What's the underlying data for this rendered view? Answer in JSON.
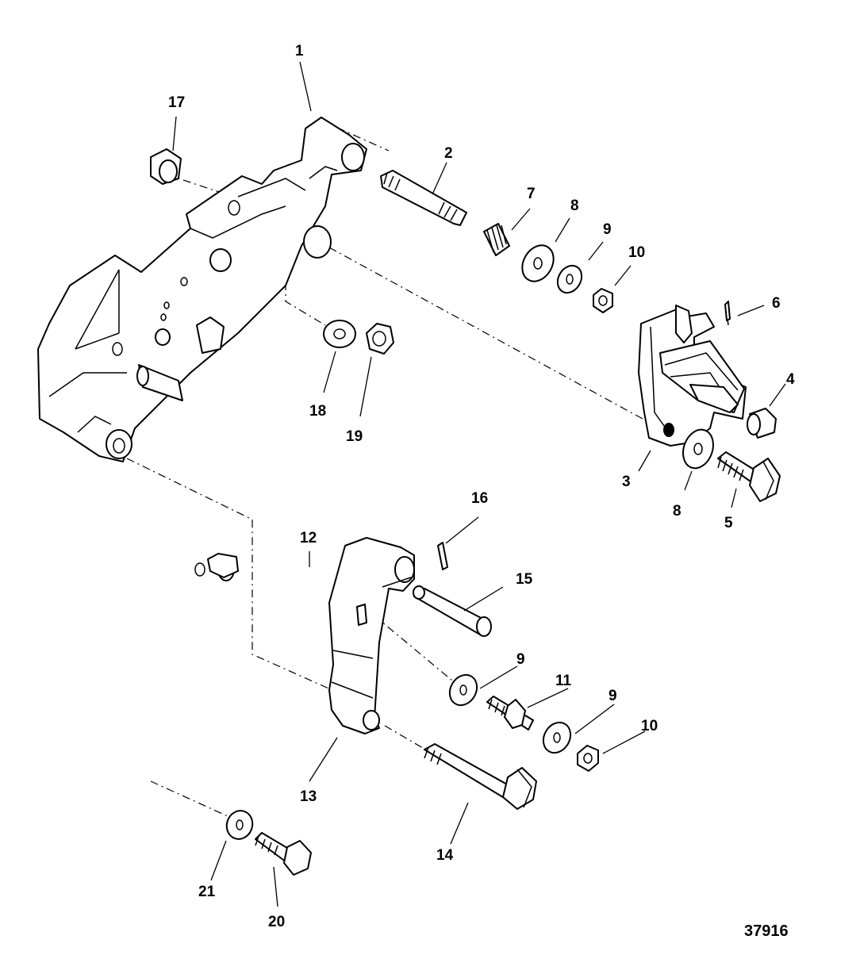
{
  "diagram": {
    "reference_number": "37916",
    "callouts": [
      {
        "id": "c1",
        "text": "1"
      },
      {
        "id": "c2",
        "text": "2"
      },
      {
        "id": "c3",
        "text": "3"
      },
      {
        "id": "c4",
        "text": "4"
      },
      {
        "id": "c5",
        "text": "5"
      },
      {
        "id": "c6",
        "text": "6"
      },
      {
        "id": "c7",
        "text": "7"
      },
      {
        "id": "c8a",
        "text": "8"
      },
      {
        "id": "c8b",
        "text": "8"
      },
      {
        "id": "c9a",
        "text": "9"
      },
      {
        "id": "c9b",
        "text": "9"
      },
      {
        "id": "c9c",
        "text": "9"
      },
      {
        "id": "c10a",
        "text": "10"
      },
      {
        "id": "c10b",
        "text": "10"
      },
      {
        "id": "c11",
        "text": "11"
      },
      {
        "id": "c12",
        "text": "12"
      },
      {
        "id": "c13",
        "text": "13"
      },
      {
        "id": "c14",
        "text": "14"
      },
      {
        "id": "c15",
        "text": "15"
      },
      {
        "id": "c16",
        "text": "16"
      },
      {
        "id": "c17",
        "text": "17"
      },
      {
        "id": "c18",
        "text": "18"
      },
      {
        "id": "c19",
        "text": "19"
      },
      {
        "id": "c20",
        "text": "20"
      },
      {
        "id": "c21",
        "text": "21"
      }
    ]
  }
}
